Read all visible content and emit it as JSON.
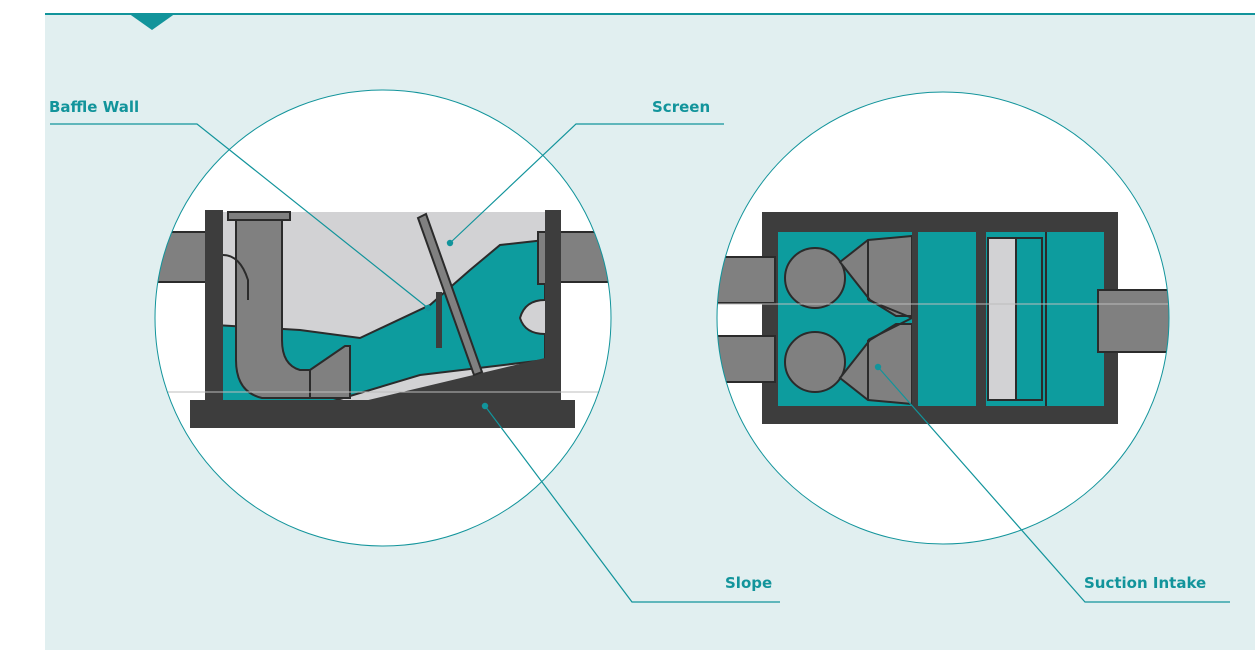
{
  "labels": {
    "baffle_wall": "Baffle Wall",
    "screen": "Screen",
    "slope": "Slope",
    "suction_intake": "Suction Intake"
  },
  "colors": {
    "accent": "#12949b",
    "panel_bg": "#e1eff0",
    "water": "#0d9c9e",
    "dark": "#3d3d3d",
    "pipe_gray": "#808080",
    "air": "#d2d2d4"
  }
}
